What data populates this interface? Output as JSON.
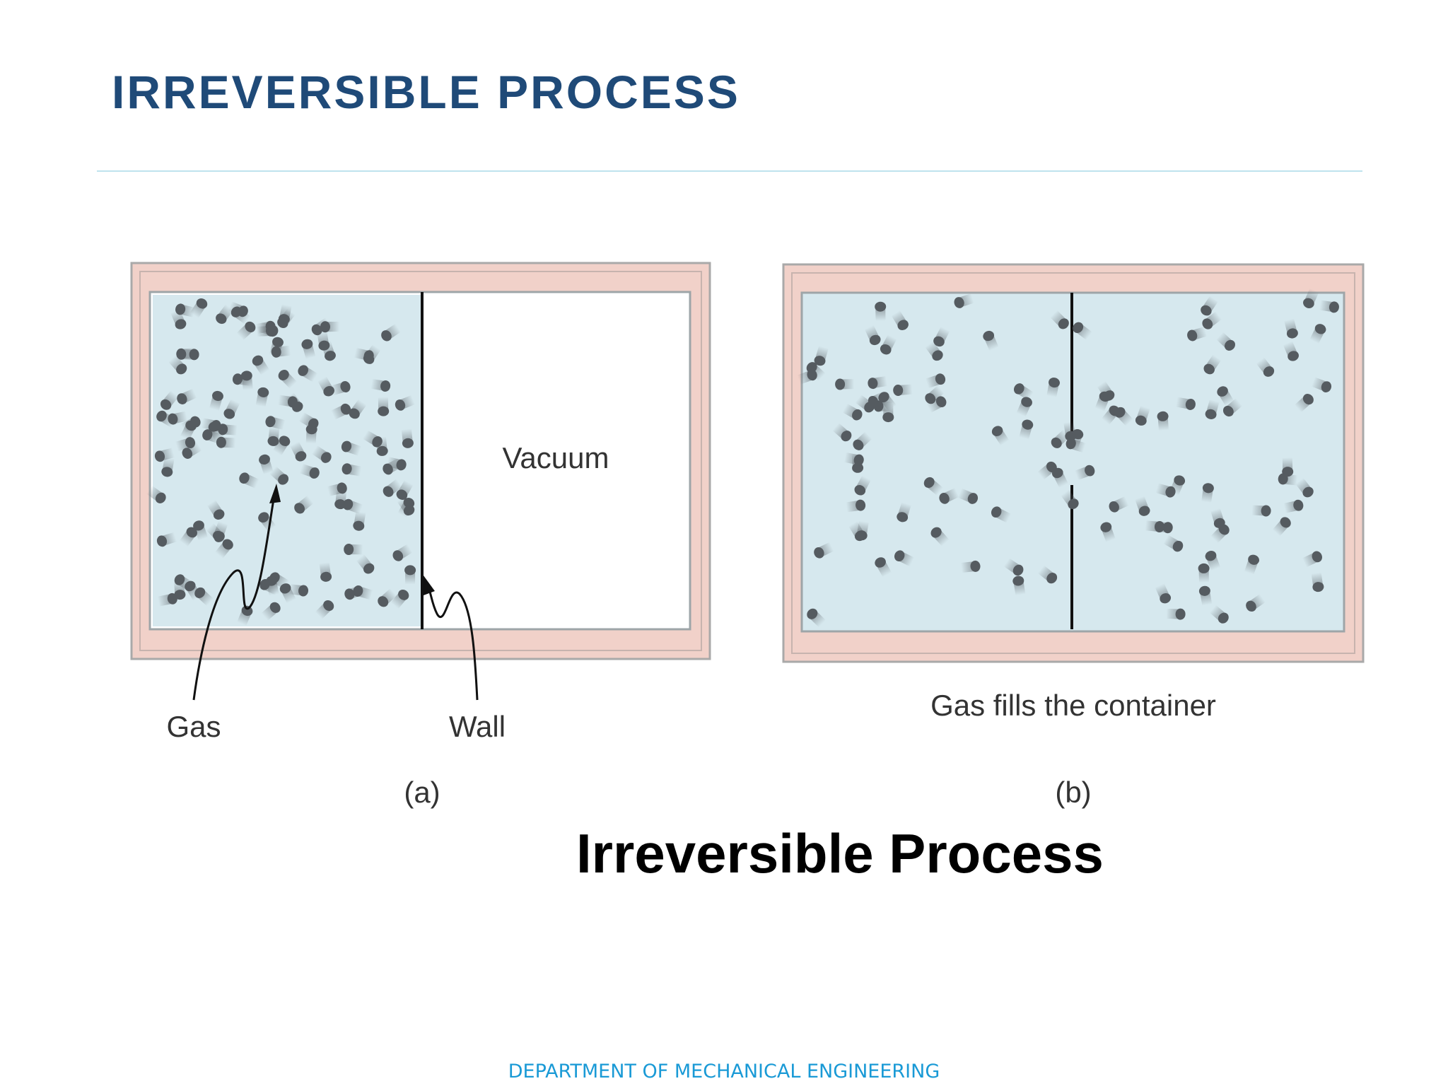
{
  "slide": {
    "title": "IRREVERSIBLE PROCESS",
    "caption": "Irreversible Process",
    "footer": "DEPARTMENT OF MECHANICAL ENGINEERING"
  },
  "panel_a": {
    "label_vacuum": "Vacuum",
    "label_gas": "Gas",
    "label_wall": "Wall",
    "tag": "(a)"
  },
  "panel_b": {
    "label_fill": "Gas fills the container",
    "tag": "(b)"
  },
  "colors": {
    "title": "#1f4a78",
    "rule": "#bfe3ee",
    "gas": "#d6e8ee",
    "container_outer": "#f1d1c9",
    "container_border": "#a9a9a9",
    "molecule": "#555b60",
    "footer": "#1a9ad6"
  }
}
